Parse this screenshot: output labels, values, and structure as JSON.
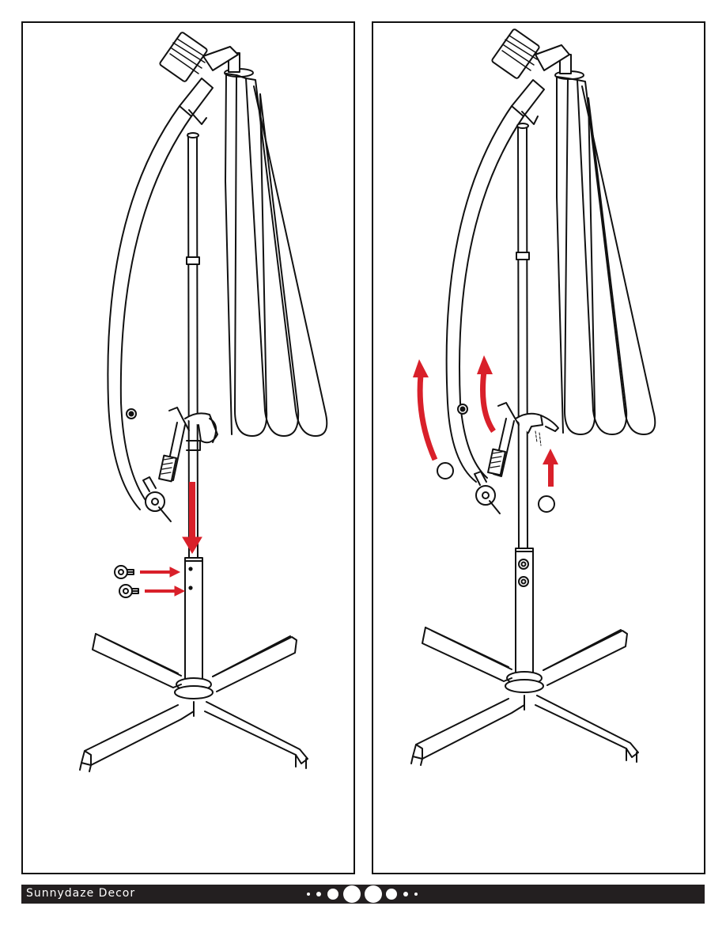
{
  "footer": {
    "brand": "Sunnydaze Decor",
    "page_indicator_dots": 8
  },
  "colors": {
    "line": "#111111",
    "arrow": "#d9202a",
    "footer_bg": "#231f20"
  },
  "panels": [
    {
      "name": "step-left",
      "arrows": [
        "down",
        "right",
        "right"
      ]
    },
    {
      "name": "step-right",
      "arrows": [
        "up-curved",
        "up-curved",
        "up"
      ],
      "circle_labels": [
        "",
        ""
      ]
    }
  ]
}
